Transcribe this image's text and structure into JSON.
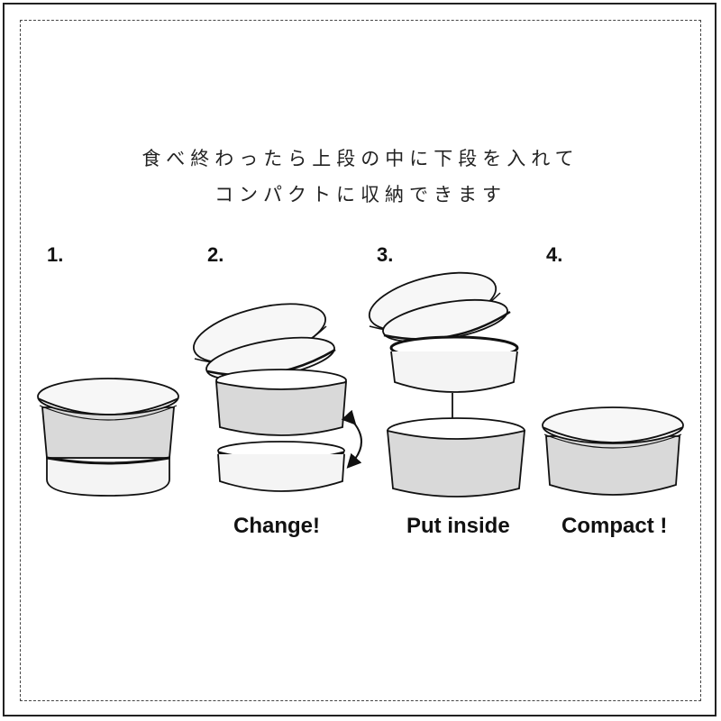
{
  "caption": {
    "line1": "食べ終わったら上段の中に下段を入れて",
    "line2": "コンパクトに収納できます"
  },
  "steps": [
    {
      "number": "1.",
      "label": ""
    },
    {
      "number": "2.",
      "label": "Change!"
    },
    {
      "number": "3.",
      "label": "Put inside"
    },
    {
      "number": "4.",
      "label": "Compact !"
    }
  ],
  "colors": {
    "outline": "#111111",
    "band": "#d9d9d9",
    "body": "#f4f4f4",
    "lid": "#f7f7f7"
  }
}
